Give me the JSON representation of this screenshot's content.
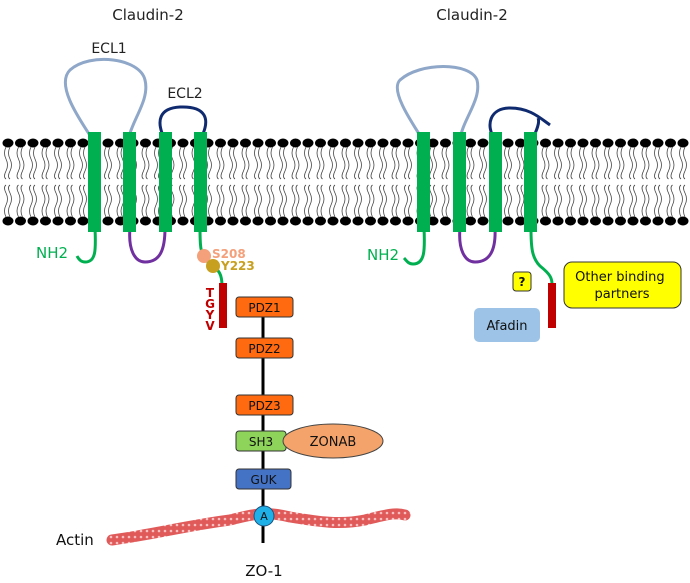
{
  "left_panel": {
    "title": "Claudin-2",
    "ecl1_label": "ECL1",
    "ecl2_label": "ECL2",
    "nterm_label": "NH2",
    "phospho_sites": [
      {
        "label": "S208",
        "color": "#f4a07a"
      },
      {
        "label": "Y223",
        "color": "#c8a020"
      }
    ],
    "pdz_binding_motif": [
      "T",
      "G",
      "Y",
      "V"
    ],
    "zo1": {
      "label": "ZO-1",
      "domains": [
        {
          "label": "PDZ1",
          "color": "#ff6a10"
        },
        {
          "label": "PDZ2",
          "color": "#ff6a10"
        },
        {
          "label": "PDZ3",
          "color": "#ff6a10"
        },
        {
          "label": "SH3",
          "color": "#8ed45a"
        },
        {
          "label": "GUK",
          "color": "#4472c4"
        }
      ],
      "actin_binding_label": "A",
      "zonab_label": "ZONAB"
    },
    "actin_label": "Actin"
  },
  "right_panel": {
    "title": "Claudin-2",
    "nterm_label": "NH2",
    "unknown_label": "?",
    "other_partners_label": "Other binding partners",
    "afadin_label": "Afadin"
  },
  "colors": {
    "tm_helix": "#00b050",
    "ecl1": "#8fa7c8",
    "ecl2": "#0f2a6e",
    "icl": "#7030a0",
    "cterm": "#00b050",
    "motif": "#c00000",
    "actin": "#e05a5a",
    "highlight_yellow": "#ffff00",
    "afadin": "#9dc3e6",
    "actin_binding": "#1fb0e8",
    "zonab": "#f4a46a"
  }
}
